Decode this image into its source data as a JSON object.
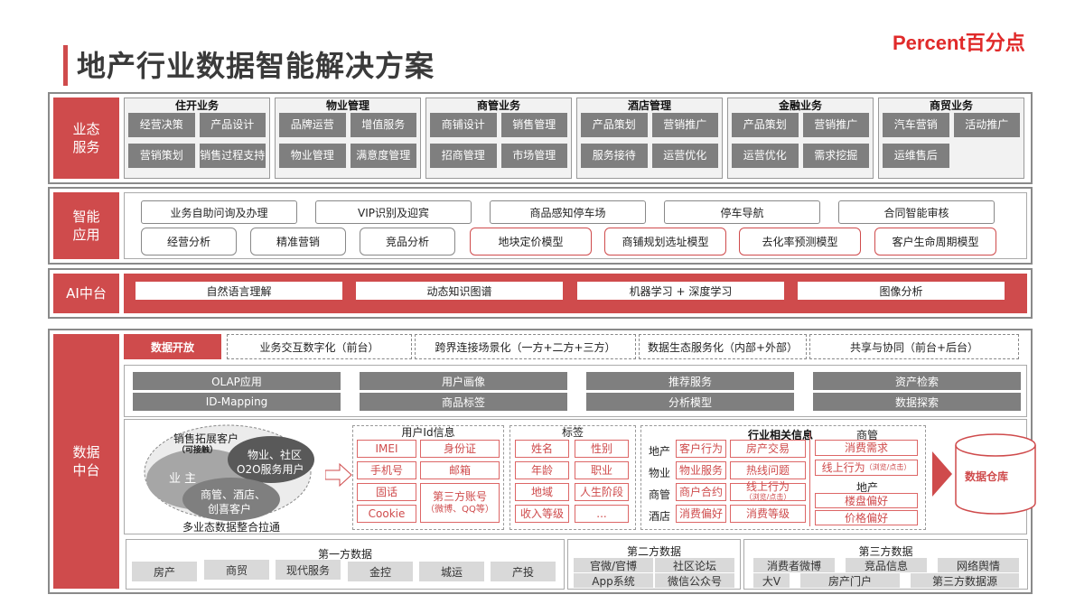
{
  "header": {
    "title": "地产行业数据智能解决方案",
    "logo": "Percent百分点"
  },
  "colors": {
    "accent": "#cf4b4c",
    "gray_block": "#7f7f7f",
    "light_gray": "#d9d9d9"
  },
  "layer1": {
    "label": "业态服务",
    "groups": [
      {
        "title": "住开业务",
        "items": [
          "经营决策",
          "产品设计",
          "营销策划",
          "销售过程支持"
        ]
      },
      {
        "title": "物业管理",
        "items": [
          "品牌运营",
          "增值服务",
          "物业管理",
          "满意度管理"
        ]
      },
      {
        "title": "商管业务",
        "items": [
          "商铺设计",
          "销售管理",
          "招商管理",
          "市场管理"
        ]
      },
      {
        "title": "酒店管理",
        "items": [
          "产品策划",
          "营销推广",
          "服务接待",
          "运营优化"
        ]
      },
      {
        "title": "金融业务",
        "items": [
          "产品策划",
          "营销推广",
          "运营优化",
          "需求挖掘"
        ]
      },
      {
        "title": "商贸业务",
        "items": [
          "汽车营销",
          "活动推广",
          "运维售后"
        ]
      }
    ]
  },
  "layer2": {
    "label": "智能应用",
    "row1": [
      "业务自助问询及办理",
      "VIP识别及迎宾",
      "商品感知停车场",
      "停车导航",
      "合同智能审核"
    ],
    "row2": [
      "经营分析",
      "精准营销",
      "竞品分析",
      "地块定价模型",
      "商铺规划选址模型",
      "去化率预测模型",
      "客户生命周期模型"
    ]
  },
  "layer3": {
    "label": "AI中台",
    "items": [
      "自然语言理解",
      "动态知识图谱",
      "机器学习 + 深度学习",
      "图像分析"
    ]
  },
  "layer4": {
    "label": "数据中台",
    "open_tag": "数据开放",
    "open_items": [
      "业务交互数字化（前台）",
      "跨界连接场景化（一方+二方+三方）",
      "数据生态服务化（内部+外部）",
      "共享与协同（前台+后台）"
    ],
    "services": {
      "row1": [
        "OLAP应用",
        "用户画像",
        "推荐服务",
        "资产检索"
      ],
      "row2": [
        "ID-Mapping",
        "商品标签",
        "分析模型",
        "数据探索"
      ]
    },
    "venn": {
      "outer": "销售拓展客户",
      "outer_sub": "（可接触）",
      "owner": "业 主",
      "property": "物业、社区",
      "property2": "O2O服务用户",
      "commercial": "商管、酒店、",
      "commercial2": "创喜客户",
      "caption": "多业态数据整合拉通"
    },
    "user_id": {
      "title": "用户Id信息",
      "items": [
        "IMEI",
        "身份证",
        "手机号",
        "邮箱",
        "固话",
        "第三方账号",
        "Cookie"
      ],
      "third_party_sub": "（微博、QQ等）"
    },
    "tags": {
      "title": "标签",
      "items": [
        "姓名",
        "性别",
        "年龄",
        "职业",
        "地域",
        "人生阶段",
        "收入等级",
        "..."
      ]
    },
    "industry": {
      "title": "行业相关信息",
      "rows": [
        {
          "label": "地产",
          "a": "客户行为",
          "b": "房产交易"
        },
        {
          "label": "物业",
          "a": "物业服务",
          "b": "热线问题"
        },
        {
          "label": "商管",
          "a": "商户合约",
          "b": "线上行为",
          "b_sub": "（浏览/点击）"
        },
        {
          "label": "酒店",
          "a": "消费偏好",
          "b": "消费等级"
        }
      ],
      "commercial_title": "商管",
      "commercial_items": [
        "消费需求",
        "线上行为"
      ],
      "commercial_sub": "（浏览/点击）",
      "realestate_title": "地产",
      "realestate_items": [
        "楼盘偏好",
        "价格偏好"
      ]
    },
    "warehouse": "数据仓库",
    "first_party": {
      "title": "第一方数据",
      "items": [
        "房产",
        "商贸",
        "现代服务",
        "金控",
        "城运",
        "产投"
      ]
    },
    "second_party": {
      "title": "第二方数据",
      "items": [
        "官微/官博",
        "社区论坛",
        "App系统",
        "微信公众号"
      ]
    },
    "third_party": {
      "title": "第三方数据",
      "row1": [
        "消费者微博",
        "竞品信息",
        "网络舆情"
      ],
      "row2": [
        "大V",
        "房产门户",
        "第三方数据源"
      ]
    }
  }
}
